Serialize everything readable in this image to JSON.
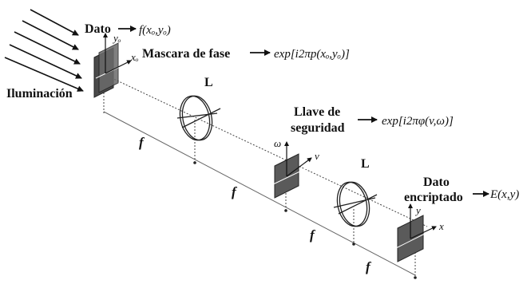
{
  "labels": {
    "dato": "Dato",
    "dato_expr": "f(xₒ,yₒ)",
    "mascara": "Mascara de fase",
    "mascara_expr": "exp[i2πp(xₒ,yₒ)]",
    "iluminacion": "Iluminación",
    "llave_line1": "Llave de",
    "llave_line2": "seguridad",
    "llave_expr": "exp[i2πφ(v,ω)]",
    "dato_enc_line1": "Dato",
    "dato_enc_line2": "encriptado",
    "output_expr": "E(x,y)",
    "lens": "L",
    "focal": "f",
    "axis_xo": "xₒ",
    "axis_yo": "yₒ",
    "axis_v": "v",
    "axis_w": "ω",
    "axis_x": "x",
    "axis_y": "y"
  }
}
